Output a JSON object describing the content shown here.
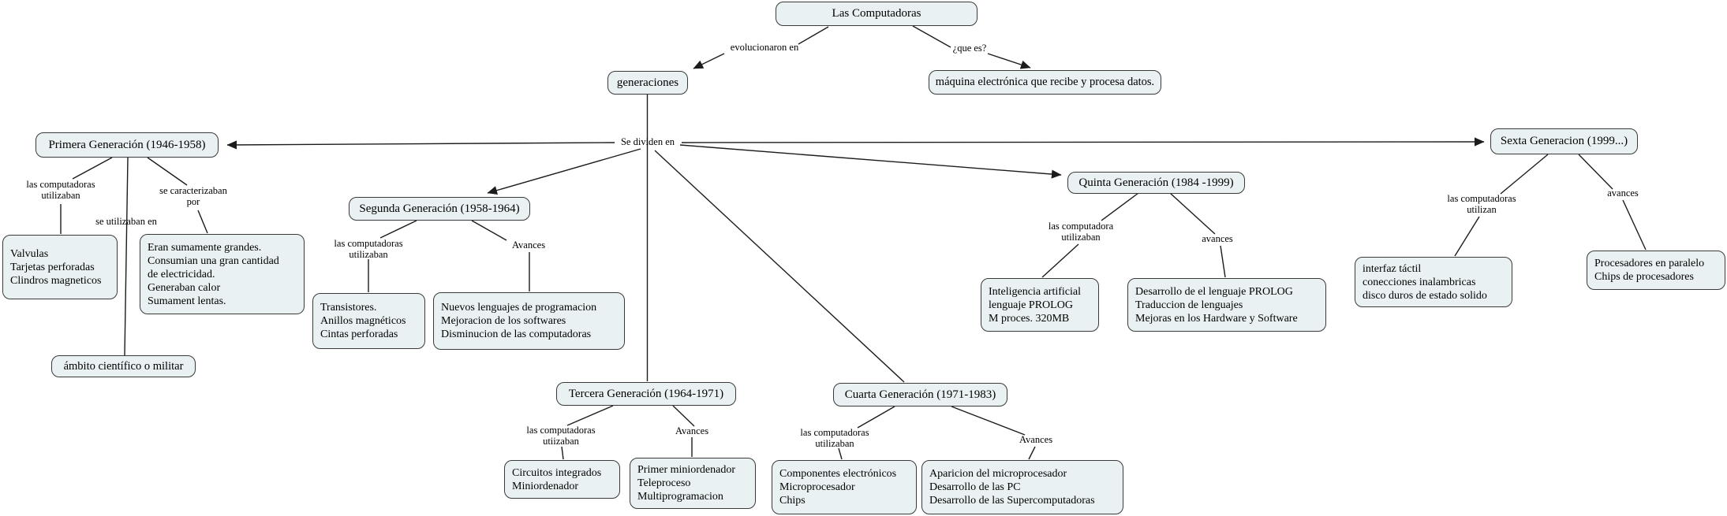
{
  "style": {
    "node_fill": "#e9f1f3",
    "node_border": "#3a3a3a",
    "line_color": "#1c1c1c",
    "background": "#ffffff"
  },
  "root": {
    "label": "Las Computadoras"
  },
  "concepts": {
    "generaciones": "generaciones",
    "definicion": "máquina electrónica que recibe y procesa datos."
  },
  "links": {
    "evolucionaron_en": "evolucionaron en",
    "que_es": "¿que es?",
    "se_dividen_en": "Se dividen en"
  },
  "generations": {
    "primera": {
      "title": "Primera Generación (1946-1958)",
      "link_utilizaban": "las computadoras\nutilizaban",
      "link_caracterizaban": "se caracterizaban\npor",
      "link_utilizaban_en": "se utilizaban en",
      "utilizaban": "Valvulas\nTarjetas perforadas\nClindros magneticos",
      "caracteristicas": "Eran sumamente grandes.\nConsumian una gran cantidad\nde electricidad.\nGeneraban calor\nSumament lentas.",
      "ambito": "ámbito científico o militar"
    },
    "segunda": {
      "title": "Segunda Generación (1958-1964)",
      "link_utilizaban": "las computadoras\nutilizaban",
      "link_avances": "Avances",
      "utilizaban": "Transistores.\nAnillos magnéticos\nCintas perforadas",
      "avances": "Nuevos lenguajes de programacion\nMejoracion de los softwares\nDisminucion de las computadoras"
    },
    "tercera": {
      "title": "Tercera Generación (1964-1971)",
      "link_utilizaban": "las computadoras\nutiizaban",
      "link_avances": "Avances",
      "utilizaban": "Circuitos integrados\nMiniordenador",
      "avances": "Primer miniordenador\nTeleproceso\nMultiprogramacion"
    },
    "cuarta": {
      "title": "Cuarta Generación (1971-1983)",
      "link_utilizaban": "las computadoras\nutilizaban",
      "link_avances": "Avances",
      "utilizaban": "Componentes electrónicos\nMicroprocesador\nChips",
      "avances": "Aparicion del microprocesador\nDesarrollo de las PC\nDesarrollo de las Supercomputadoras"
    },
    "quinta": {
      "title": "Quinta Generación (1984 -1999)",
      "link_utilizaban": "las computadora\nutilizaban",
      "link_avances": "avances",
      "utilizaban": "Inteligencia artificial\nlenguaje PROLOG\nM proces. 320MB",
      "avances": "Desarrollo de el lenguaje PROLOG\nTraduccion de lenguajes\nMejoras en los Hardware y Software"
    },
    "sexta": {
      "title": "Sexta Generacion (1999...)",
      "link_utilizan": "las computadoras\nutilizan",
      "link_avances": "avances",
      "utilizan": "interfaz táctil\nconecciones inalambricas\ndisco duros de estado solido",
      "avances": "Procesadores en paralelo\nChips de procesadores"
    }
  }
}
